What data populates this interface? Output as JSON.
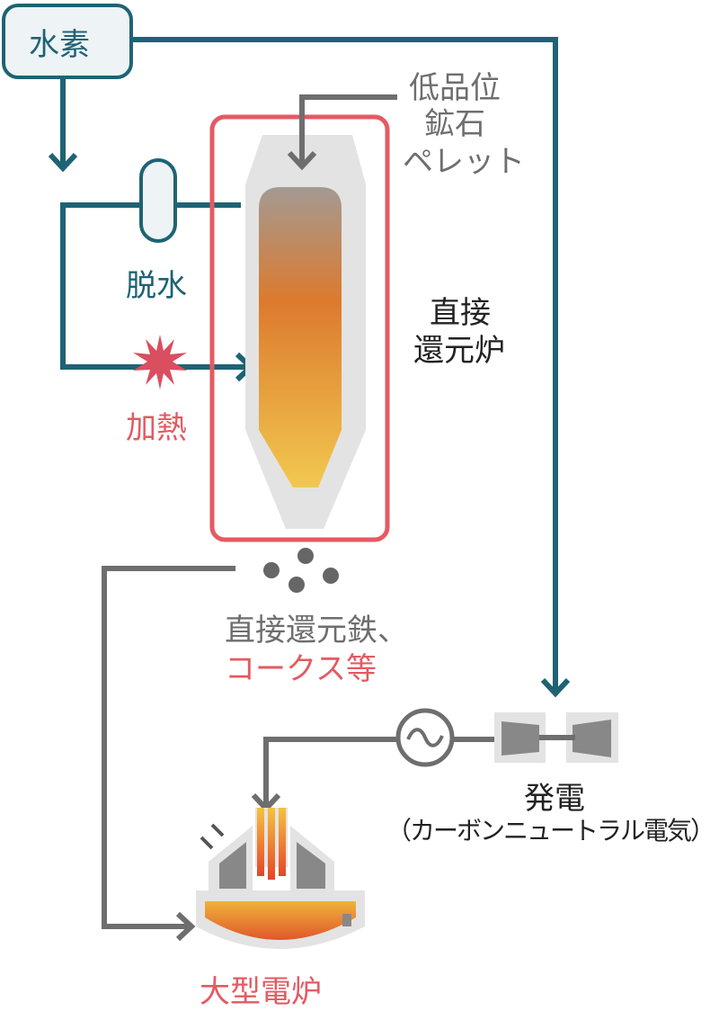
{
  "labels": {
    "hydrogen": "水素",
    "ore_line1": "低品位",
    "ore_line2": "鉱石",
    "ore_line3": "ペレット",
    "dehydration": "脱水",
    "heating": "加熱",
    "dr_furnace_line1": "直接",
    "dr_furnace_line2": "還元炉",
    "product_line1": "直接還元鉄、",
    "product_line2": "コークス等",
    "power_line1": "発電",
    "power_line2": "（カーボンニュートラル電気）",
    "eaf": "大型電炉"
  },
  "colors": {
    "hydrogen_line": "#1e6374",
    "material_line": "#6e6e6e",
    "highlight": "#e45a62",
    "furnace_shell": "#e3e3e3",
    "gradient_top": "#a39a92",
    "gradient_mid": "#dc7a2e",
    "gradient_bottom": "#f2c84f"
  }
}
